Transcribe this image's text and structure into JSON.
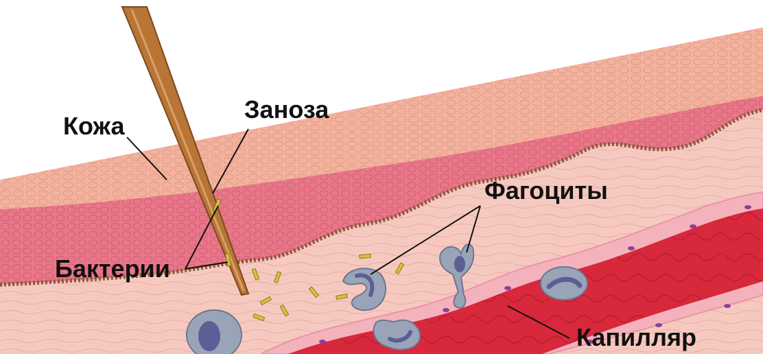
{
  "labels": {
    "skin": "Кожа",
    "splinter": "Заноза",
    "bacteria": "Бактерии",
    "phagocytes": "Фагоциты",
    "capillary": "Капилляр"
  },
  "colors": {
    "epidermis_top": "#f4b7a0",
    "epidermis_mid": "#ea7f8c",
    "basal_layer": "#8a5a3a",
    "dermis": "#f5c6bd",
    "capillary_wall": "#f7b8c0",
    "blood": "#d8283c",
    "splinter": "#b87535",
    "phagocyte": "#9aa4b8",
    "nucleus": "#5a5f96",
    "bacterium": "#d8c23a",
    "pointer_line": "#111111"
  }
}
